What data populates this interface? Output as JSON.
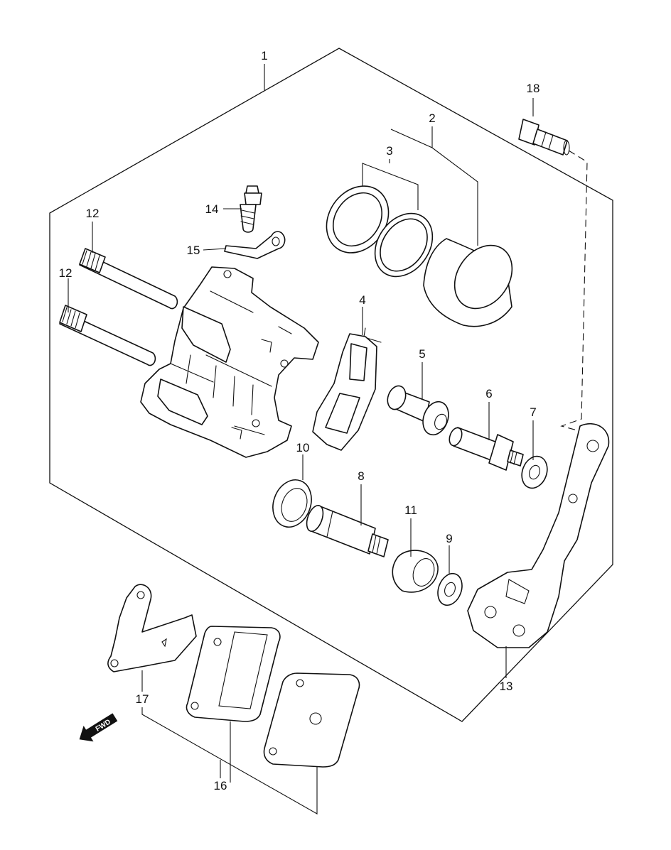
{
  "callouts": [
    {
      "id": "c1",
      "label": "1"
    },
    {
      "id": "c2",
      "label": "2"
    },
    {
      "id": "c3",
      "label": "3"
    },
    {
      "id": "c4",
      "label": "4"
    },
    {
      "id": "c5",
      "label": "5"
    },
    {
      "id": "c6",
      "label": "6"
    },
    {
      "id": "c7",
      "label": "7"
    },
    {
      "id": "c8",
      "label": "8"
    },
    {
      "id": "c9",
      "label": "9"
    },
    {
      "id": "c10",
      "label": "10"
    },
    {
      "id": "c11",
      "label": "11"
    },
    {
      "id": "c12a",
      "label": "12"
    },
    {
      "id": "c12b",
      "label": "12"
    },
    {
      "id": "c13",
      "label": "13"
    },
    {
      "id": "c14",
      "label": "14"
    },
    {
      "id": "c15",
      "label": "15"
    },
    {
      "id": "c16",
      "label": "16"
    },
    {
      "id": "c17",
      "label": "17"
    },
    {
      "id": "c18",
      "label": "18"
    }
  ],
  "fwd_badge": {
    "label": "FWD",
    "icon": "fwd-arrow-icon"
  },
  "colors": {
    "line": "#111111",
    "background": "#ffffff"
  }
}
